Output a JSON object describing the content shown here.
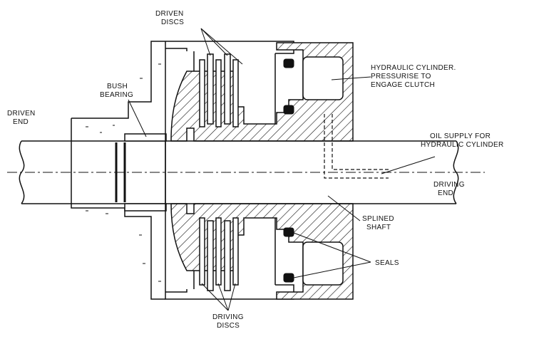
{
  "labels": {
    "driven_discs": [
      "DRIVEN",
      "DISCS"
    ],
    "bush_bearing": [
      "BUSH",
      "BEARING"
    ],
    "driven_end": [
      "DRIVEN",
      "END"
    ],
    "hydraulic_cylinder": [
      "HYDRAULIC CYLINDER.",
      "PRESSURISE TO",
      "ENGAGE CLUTCH"
    ],
    "oil_supply": [
      "OIL SUPPLY FOR",
      "HYDRAULIC CYLINDER"
    ],
    "driving_end": [
      "DRIVING",
      "END"
    ],
    "splined_shaft": [
      "SPLINED",
      "SHAFT"
    ],
    "seals": [
      "SEALS"
    ],
    "driving_discs": [
      "DRIVING",
      "DISCS"
    ]
  }
}
